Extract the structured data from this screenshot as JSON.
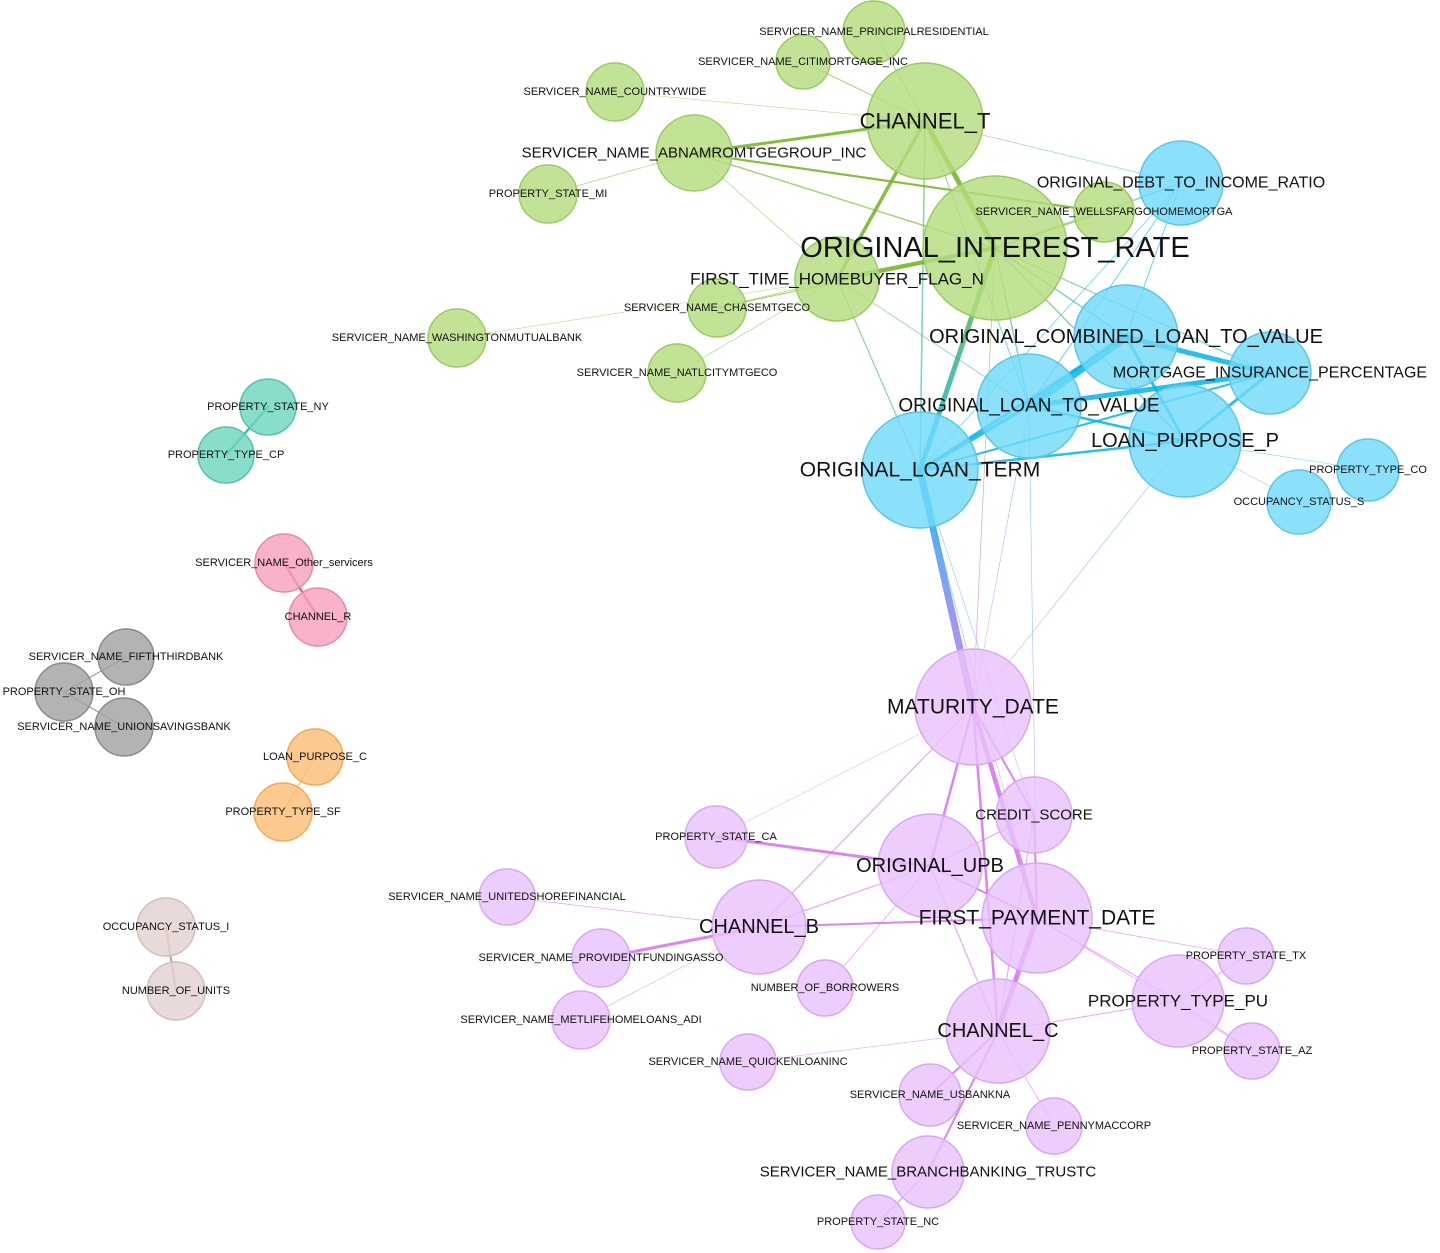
{
  "clusters": {
    "green": {
      "fill": "#b4dd7f",
      "stroke": "#9ccb62",
      "edge": "#6fb51c"
    },
    "blue": {
      "fill": "#72daf9",
      "stroke": "#5cc6e8",
      "edge": "#00b4ef"
    },
    "violet": {
      "fill": "#e8c2fb",
      "stroke": "#d7a9f2",
      "edge": "#d56ff2"
    },
    "teal": {
      "fill": "#6fd6c0",
      "stroke": "#57c2aa",
      "edge": "#18b98e"
    },
    "pink": {
      "fill": "#f7a1bd",
      "stroke": "#e88aa8",
      "edge": "#e43f73"
    },
    "gray": {
      "fill": "#a4a2a0",
      "stroke": "#8e8c8a",
      "edge": "#5e5c5a"
    },
    "orange": {
      "fill": "#fbbe76",
      "stroke": "#efaa5b",
      "edge": "#f5a145"
    },
    "rose": {
      "fill": "#e3d2d0",
      "stroke": "#d3bebc",
      "edge": "#c49a96"
    }
  },
  "nodes": [
    {
      "id": "CHANNEL_T",
      "label": "CHANNEL_T",
      "cluster": "green",
      "r": 58,
      "lsize": 22
    },
    {
      "id": "ORIGINAL_INTEREST_RATE",
      "label": "ORIGINAL_INTEREST_RATE",
      "cluster": "green",
      "r": 72,
      "lsize": 29
    },
    {
      "id": "FIRST_TIME_HOMEBUYER_FLAG_N",
      "label": "FIRST_TIME_HOMEBUYER_FLAG_N",
      "cluster": "green",
      "r": 42,
      "lsize": 17
    },
    {
      "id": "SERVICER_NAME_ABNAMROMTGEGROUP_INC",
      "label": "SERVICER_NAME_ABNAMROMTGEGROUP_INC",
      "cluster": "green",
      "r": 38,
      "lsize": 15
    },
    {
      "id": "SERVICER_NAME_WELLSFARGOHOMEMORTGA",
      "label": "SERVICER_NAME_WELLSFARGOHOMEMORTGA",
      "cluster": "green",
      "r": 30,
      "lsize": 11
    },
    {
      "id": "SERVICER_NAME_PRINCIPALRESIDENTIAL",
      "label": "SERVICER_NAME_PRINCIPALRESIDENTIAL",
      "cluster": "green",
      "r": 31,
      "lsize": 11
    },
    {
      "id": "SERVICER_NAME_CITIMORTGAGE_INC",
      "label": "SERVICER_NAME_CITIMORTGAGE_INC",
      "cluster": "green",
      "r": 27,
      "lsize": 11
    },
    {
      "id": "SERVICER_NAME_COUNTRYWIDE",
      "label": "SERVICER_NAME_COUNTRYWIDE",
      "cluster": "green",
      "r": 29,
      "lsize": 11
    },
    {
      "id": "PROPERTY_STATE_MI",
      "label": "PROPERTY_STATE_MI",
      "cluster": "green",
      "r": 29,
      "lsize": 11
    },
    {
      "id": "SERVICER_NAME_CHASEMTGECO",
      "label": "SERVICER_NAME_CHASEMTGECO",
      "cluster": "green",
      "r": 29,
      "lsize": 11
    },
    {
      "id": "SERVICER_NAME_WASHINGTONMUTUALBANK",
      "label": "SERVICER_NAME_WASHINGTONMUTUALBANK",
      "cluster": "green",
      "r": 29,
      "lsize": 11
    },
    {
      "id": "SERVICER_NAME_NATLCITYMTGECO",
      "label": "SERVICER_NAME_NATLCITYMTGECO",
      "cluster": "green",
      "r": 29,
      "lsize": 11
    },
    {
      "id": "ORIGINAL_DEBT_TO_INCOME_RATIO",
      "label": "ORIGINAL_DEBT_TO_INCOME_RATIO",
      "cluster": "blue",
      "r": 42,
      "lsize": 16
    },
    {
      "id": "ORIGINAL_COMBINED_LOAN_TO_VALUE",
      "label": "ORIGINAL_COMBINED_LOAN_TO_VALUE",
      "cluster": "blue",
      "r": 52,
      "lsize": 20
    },
    {
      "id": "MORTGAGE_INSURANCE_PERCENTAGE",
      "label": "MORTGAGE_INSURANCE_PERCENTAGE",
      "cluster": "blue",
      "r": 41,
      "lsize": 16
    },
    {
      "id": "ORIGINAL_LOAN_TO_VALUE",
      "label": "ORIGINAL_LOAN_TO_VALUE",
      "cluster": "blue",
      "r": 52,
      "lsize": 19
    },
    {
      "id": "LOAN_PURPOSE_P",
      "label": "LOAN_PURPOSE_P",
      "cluster": "blue",
      "r": 56,
      "lsize": 20
    },
    {
      "id": "ORIGINAL_LOAN_TERM",
      "label": "ORIGINAL_LOAN_TERM",
      "cluster": "blue",
      "r": 58,
      "lsize": 21
    },
    {
      "id": "PROPERTY_TYPE_CO",
      "label": "PROPERTY_TYPE_CO",
      "cluster": "blue",
      "r": 31,
      "lsize": 11
    },
    {
      "id": "OCCUPANCY_STATUS_S",
      "label": "OCCUPANCY_STATUS_S",
      "cluster": "blue",
      "r": 32,
      "lsize": 11
    },
    {
      "id": "MATURITY_DATE",
      "label": "MATURITY_DATE",
      "cluster": "violet",
      "r": 58,
      "lsize": 21
    },
    {
      "id": "CREDIT_SCORE",
      "label": "CREDIT_SCORE",
      "cluster": "violet",
      "r": 38,
      "lsize": 15
    },
    {
      "id": "ORIGINAL_UPB",
      "label": "ORIGINAL_UPB",
      "cluster": "violet",
      "r": 52,
      "lsize": 20
    },
    {
      "id": "FIRST_PAYMENT_DATE",
      "label": "FIRST_PAYMENT_DATE",
      "cluster": "violet",
      "r": 55,
      "lsize": 21
    },
    {
      "id": "CHANNEL_B",
      "label": "CHANNEL_B",
      "cluster": "violet",
      "r": 47,
      "lsize": 20
    },
    {
      "id": "CHANNEL_C",
      "label": "CHANNEL_C",
      "cluster": "violet",
      "r": 52,
      "lsize": 20
    },
    {
      "id": "PROPERTY_TYPE_PU",
      "label": "PROPERTY_TYPE_PU",
      "cluster": "violet",
      "r": 46,
      "lsize": 17
    },
    {
      "id": "PROPERTY_STATE_CA",
      "label": "PROPERTY_STATE_CA",
      "cluster": "violet",
      "r": 31,
      "lsize": 11
    },
    {
      "id": "SERVICER_NAME_UNITEDSHOREFINANCIAL",
      "label": "SERVICER_NAME_UNITEDSHOREFINANCIAL",
      "cluster": "violet",
      "r": 28,
      "lsize": 11
    },
    {
      "id": "SERVICER_NAME_PROVIDENTFUNDINGASSO",
      "label": "SERVICER_NAME_PROVIDENTFUNDINGASSO",
      "cluster": "violet",
      "r": 29,
      "lsize": 11
    },
    {
      "id": "NUMBER_OF_BORROWERS",
      "label": "NUMBER_OF_BORROWERS",
      "cluster": "violet",
      "r": 28,
      "lsize": 11
    },
    {
      "id": "SERVICER_NAME_METLIFEHOMELOANS_ADI",
      "label": "SERVICER_NAME_METLIFEHOMELOANS_ADI",
      "cluster": "violet",
      "r": 29,
      "lsize": 11
    },
    {
      "id": "SERVICER_NAME_QUICKENLOANINC",
      "label": "SERVICER_NAME_QUICKENLOANINC",
      "cluster": "violet",
      "r": 28,
      "lsize": 11
    },
    {
      "id": "SERVICER_NAME_USBANKNA",
      "label": "SERVICER_NAME_USBANKNA",
      "cluster": "violet",
      "r": 31,
      "lsize": 11
    },
    {
      "id": "SERVICER_NAME_PENNYMACCORP",
      "label": "SERVICER_NAME_PENNYMACCORP",
      "cluster": "violet",
      "r": 28,
      "lsize": 11
    },
    {
      "id": "SERVICER_NAME_BRANCHBANKING_TRUSTC",
      "label": "SERVICER_NAME_BRANCHBANKING_TRUSTC",
      "cluster": "violet",
      "r": 36,
      "lsize": 15
    },
    {
      "id": "PROPERTY_STATE_NC",
      "label": "PROPERTY_STATE_NC",
      "cluster": "violet",
      "r": 27,
      "lsize": 11
    },
    {
      "id": "PROPERTY_STATE_TX",
      "label": "PROPERTY_STATE_TX",
      "cluster": "violet",
      "r": 28,
      "lsize": 11
    },
    {
      "id": "PROPERTY_STATE_AZ",
      "label": "PROPERTY_STATE_AZ",
      "cluster": "violet",
      "r": 28,
      "lsize": 11
    },
    {
      "id": "PROPERTY_STATE_NY",
      "label": "PROPERTY_STATE_NY",
      "cluster": "teal",
      "r": 28,
      "lsize": 11
    },
    {
      "id": "PROPERTY_TYPE_CP",
      "label": "PROPERTY_TYPE_CP",
      "cluster": "teal",
      "r": 28,
      "lsize": 11
    },
    {
      "id": "SERVICER_NAME_Other_servicers",
      "label": "SERVICER_NAME_Other_servicers",
      "cluster": "pink",
      "r": 29,
      "lsize": 11
    },
    {
      "id": "CHANNEL_R",
      "label": "CHANNEL_R",
      "cluster": "pink",
      "r": 29,
      "lsize": 11
    },
    {
      "id": "SERVICER_NAME_FIFTHTHIRDBANK",
      "label": "SERVICER_NAME_FIFTHTHIRDBANK",
      "cluster": "gray",
      "r": 28,
      "lsize": 11
    },
    {
      "id": "PROPERTY_STATE_OH",
      "label": "PROPERTY_STATE_OH",
      "cluster": "gray",
      "r": 29,
      "lsize": 11
    },
    {
      "id": "SERVICER_NAME_UNIONSAVINGSBANK",
      "label": "SERVICER_NAME_UNIONSAVINGSBANK",
      "cluster": "gray",
      "r": 29,
      "lsize": 11
    },
    {
      "id": "LOAN_PURPOSE_C",
      "label": "LOAN_PURPOSE_C",
      "cluster": "orange",
      "r": 28,
      "lsize": 11
    },
    {
      "id": "PROPERTY_TYPE_SF",
      "label": "PROPERTY_TYPE_SF",
      "cluster": "orange",
      "r": 29,
      "lsize": 11
    },
    {
      "id": "OCCUPANCY_STATUS_I",
      "label": "OCCUPANCY_STATUS_I",
      "cluster": "rose",
      "r": 29,
      "lsize": 11
    },
    {
      "id": "NUMBER_OF_UNITS",
      "label": "NUMBER_OF_UNITS",
      "cluster": "rose",
      "r": 29,
      "lsize": 11
    }
  ],
  "edges": [
    {
      "source": "CHANNEL_T",
      "target": "ORIGINAL_INTEREST_RATE",
      "weight": 5
    },
    {
      "source": "CHANNEL_T",
      "target": "FIRST_TIME_HOMEBUYER_FLAG_N",
      "weight": 3.5
    },
    {
      "source": "CHANNEL_T",
      "target": "SERVICER_NAME_ABNAMROMTGEGROUP_INC",
      "weight": 3
    },
    {
      "source": "CHANNEL_T",
      "target": "SERVICER_NAME_COUNTRYWIDE",
      "weight": 0.5
    },
    {
      "source": "CHANNEL_T",
      "target": "SERVICER_NAME_CITIMORTGAGE_INC",
      "weight": 1
    },
    {
      "source": "CHANNEL_T",
      "target": "SERVICER_NAME_PRINCIPALRESIDENTIAL",
      "weight": 1
    },
    {
      "source": "CHANNEL_T",
      "target": "ORIGINAL_DEBT_TO_INCOME_RATIO",
      "weight": 0.6
    },
    {
      "source": "CHANNEL_T",
      "target": "ORIGINAL_LOAN_TERM",
      "weight": 1.6
    },
    {
      "source": "CHANNEL_T",
      "target": "ORIGINAL_LOAN_TO_VALUE",
      "weight": 1
    },
    {
      "source": "SERVICER_NAME_ABNAMROMTGEGROUP_INC",
      "target": "SERVICER_NAME_WELLSFARGOHOMEMORTGA",
      "weight": 2.2
    },
    {
      "source": "SERVICER_NAME_ABNAMROMTGEGROUP_INC",
      "target": "ORIGINAL_INTEREST_RATE",
      "weight": 1.5
    },
    {
      "source": "SERVICER_NAME_ABNAMROMTGEGROUP_INC",
      "target": "PROPERTY_STATE_MI",
      "weight": 0.7
    },
    {
      "source": "SERVICER_NAME_ABNAMROMTGEGROUP_INC",
      "target": "FIRST_TIME_HOMEBUYER_FLAG_N",
      "weight": 0.6
    },
    {
      "source": "ORIGINAL_INTEREST_RATE",
      "target": "FIRST_TIME_HOMEBUYER_FLAG_N",
      "weight": 4
    },
    {
      "source": "ORIGINAL_INTEREST_RATE",
      "target": "SERVICER_NAME_CHASEMTGECO",
      "weight": 1.2
    },
    {
      "source": "ORIGINAL_INTEREST_RATE",
      "target": "SERVICER_NAME_WELLSFARGOHOMEMORTGA",
      "weight": 1.5
    },
    {
      "source": "ORIGINAL_INTEREST_RATE",
      "target": "ORIGINAL_LOAN_TERM",
      "weight": 5
    },
    {
      "source": "ORIGINAL_INTEREST_RATE",
      "target": "ORIGINAL_COMBINED_LOAN_TO_VALUE",
      "weight": 1.5
    },
    {
      "source": "ORIGINAL_INTEREST_RATE",
      "target": "MORTGAGE_INSURANCE_PERCENTAGE",
      "weight": 1.2
    },
    {
      "source": "ORIGINAL_INTEREST_RATE",
      "target": "ORIGINAL_LOAN_TO_VALUE",
      "weight": 1.5
    },
    {
      "source": "ORIGINAL_INTEREST_RATE",
      "target": "LOAN_PURPOSE_P",
      "weight": 1.5
    },
    {
      "source": "ORIGINAL_INTEREST_RATE",
      "target": "ORIGINAL_DEBT_TO_INCOME_RATIO",
      "weight": 0.8
    },
    {
      "source": "ORIGINAL_INTEREST_RATE",
      "target": "MATURITY_DATE",
      "weight": 0.8
    },
    {
      "source": "FIRST_TIME_HOMEBUYER_FLAG_N",
      "target": "SERVICER_NAME_WASHINGTONMUTUALBANK",
      "weight": 0.5
    },
    {
      "source": "FIRST_TIME_HOMEBUYER_FLAG_N",
      "target": "SERVICER_NAME_NATLCITYMTGECO",
      "weight": 0.6
    },
    {
      "source": "FIRST_TIME_HOMEBUYER_FLAG_N",
      "target": "SERVICER_NAME_CHASEMTGECO",
      "weight": 0.8
    },
    {
      "source": "FIRST_TIME_HOMEBUYER_FLAG_N",
      "target": "ORIGINAL_LOAN_TERM",
      "weight": 1.2
    },
    {
      "source": "FIRST_TIME_HOMEBUYER_FLAG_N",
      "target": "ORIGINAL_LOAN_TO_VALUE",
      "weight": 0.8
    },
    {
      "source": "ORIGINAL_COMBINED_LOAN_TO_VALUE",
      "target": "ORIGINAL_LOAN_TO_VALUE",
      "weight": 8
    },
    {
      "source": "ORIGINAL_COMBINED_LOAN_TO_VALUE",
      "target": "MORTGAGE_INSURANCE_PERCENTAGE",
      "weight": 5
    },
    {
      "source": "ORIGINAL_COMBINED_LOAN_TO_VALUE",
      "target": "ORIGINAL_LOAN_TERM",
      "weight": 3
    },
    {
      "source": "ORIGINAL_COMBINED_LOAN_TO_VALUE",
      "target": "LOAN_PURPOSE_P",
      "weight": 3
    },
    {
      "source": "ORIGINAL_COMBINED_LOAN_TO_VALUE",
      "target": "ORIGINAL_DEBT_TO_INCOME_RATIO",
      "weight": 1
    },
    {
      "source": "ORIGINAL_LOAN_TO_VALUE",
      "target": "MORTGAGE_INSURANCE_PERCENTAGE",
      "weight": 5
    },
    {
      "source": "ORIGINAL_LOAN_TO_VALUE",
      "target": "ORIGINAL_LOAN_TERM",
      "weight": 3.5
    },
    {
      "source": "ORIGINAL_LOAN_TO_VALUE",
      "target": "LOAN_PURPOSE_P",
      "weight": 2.5
    },
    {
      "source": "ORIGINAL_LOAN_TO_VALUE",
      "target": "ORIGINAL_DEBT_TO_INCOME_RATIO",
      "weight": 1
    },
    {
      "source": "MORTGAGE_INSURANCE_PERCENTAGE",
      "target": "LOAN_PURPOSE_P",
      "weight": 3
    },
    {
      "source": "MORTGAGE_INSURANCE_PERCENTAGE",
      "target": "ORIGINAL_LOAN_TERM",
      "weight": 2
    },
    {
      "source": "LOAN_PURPOSE_P",
      "target": "ORIGINAL_LOAN_TERM",
      "weight": 2.5
    },
    {
      "source": "LOAN_PURPOSE_P",
      "target": "PROPERTY_TYPE_CO",
      "weight": 0.5
    },
    {
      "source": "LOAN_PURPOSE_P",
      "target": "OCCUPANCY_STATUS_S",
      "weight": 0.5
    },
    {
      "source": "LOAN_PURPOSE_P",
      "target": "MATURITY_DATE",
      "weight": 0.6
    },
    {
      "source": "ORIGINAL_DEBT_TO_INCOME_RATIO",
      "target": "ORIGINAL_LOAN_TERM",
      "weight": 0.8
    },
    {
      "source": "ORIGINAL_DEBT_TO_INCOME_RATIO",
      "target": "SERVICER_NAME_WELLSFARGOHOMEMORTGA",
      "weight": 0.8
    },
    {
      "source": "ORIGINAL_LOAN_TERM",
      "target": "MATURITY_DATE",
      "weight": 7
    },
    {
      "source": "ORIGINAL_LOAN_TERM",
      "target": "CREDIT_SCORE",
      "weight": 0.6
    },
    {
      "source": "ORIGINAL_LOAN_TERM",
      "target": "FIRST_PAYMENT_DATE",
      "weight": 0.6
    },
    {
      "source": "ORIGINAL_LOAN_TO_VALUE",
      "target": "FIRST_PAYMENT_DATE",
      "weight": 0.6
    },
    {
      "source": "ORIGINAL_LOAN_TO_VALUE",
      "target": "MATURITY_DATE",
      "weight": 0.6
    },
    {
      "source": "MATURITY_DATE",
      "target": "FIRST_PAYMENT_DATE",
      "weight": 4.5
    },
    {
      "source": "MATURITY_DATE",
      "target": "ORIGINAL_UPB",
      "weight": 2.5
    },
    {
      "source": "MATURITY_DATE",
      "target": "CREDIT_SCORE",
      "weight": 2
    },
    {
      "source": "MATURITY_DATE",
      "target": "CHANNEL_C",
      "weight": 2.5
    },
    {
      "source": "MATURITY_DATE",
      "target": "CHANNEL_B",
      "weight": 1.2
    },
    {
      "source": "MATURITY_DATE",
      "target": "PROPERTY_STATE_CA",
      "weight": 0.5
    },
    {
      "source": "CREDIT_SCORE",
      "target": "FIRST_PAYMENT_DATE",
      "weight": 2
    },
    {
      "source": "CREDIT_SCORE",
      "target": "ORIGINAL_UPB",
      "weight": 1.2
    },
    {
      "source": "CREDIT_SCORE",
      "target": "CHANNEL_C",
      "weight": 1.2
    },
    {
      "source": "ORIGINAL_UPB",
      "target": "FIRST_PAYMENT_DATE",
      "weight": 2
    },
    {
      "source": "ORIGINAL_UPB",
      "target": "PROPERTY_STATE_CA",
      "weight": 3
    },
    {
      "source": "ORIGINAL_UPB",
      "target": "CHANNEL_B",
      "weight": 1.2
    },
    {
      "source": "ORIGINAL_UPB",
      "target": "CHANNEL_C",
      "weight": 1.2
    },
    {
      "source": "ORIGINAL_UPB",
      "target": "NUMBER_OF_BORROWERS",
      "weight": 0.8
    },
    {
      "source": "FIRST_PAYMENT_DATE",
      "target": "CHANNEL_C",
      "weight": 5
    },
    {
      "source": "FIRST_PAYMENT_DATE",
      "target": "CHANNEL_B",
      "weight": 2
    },
    {
      "source": "FIRST_PAYMENT_DATE",
      "target": "PROPERTY_TYPE_PU",
      "weight": 1.2
    },
    {
      "source": "FIRST_PAYMENT_DATE",
      "target": "PROPERTY_STATE_TX",
      "weight": 0.8
    },
    {
      "source": "FIRST_PAYMENT_DATE",
      "target": "PROPERTY_STATE_AZ",
      "weight": 0.8
    },
    {
      "source": "CHANNEL_B",
      "target": "SERVICER_NAME_PROVIDENTFUNDINGASSO",
      "weight": 3
    },
    {
      "source": "CHANNEL_B",
      "target": "SERVICER_NAME_UNITEDSHOREFINANCIAL",
      "weight": 0.8
    },
    {
      "source": "CHANNEL_B",
      "target": "SERVICER_NAME_METLIFEHOMELOANS_ADI",
      "weight": 0.6
    },
    {
      "source": "CHANNEL_C",
      "target": "SERVICER_NAME_USBANKNA",
      "weight": 2
    },
    {
      "source": "CHANNEL_C",
      "target": "SERVICER_NAME_BRANCHBANKING_TRUSTC",
      "weight": 2
    },
    {
      "source": "CHANNEL_C",
      "target": "SERVICER_NAME_PENNYMACCORP",
      "weight": 0.8
    },
    {
      "source": "CHANNEL_C",
      "target": "SERVICER_NAME_QUICKENLOANINC",
      "weight": 0.6
    },
    {
      "source": "CHANNEL_C",
      "target": "PROPERTY_TYPE_PU",
      "weight": 1
    },
    {
      "source": "SERVICER_NAME_BRANCHBANKING_TRUSTC",
      "target": "PROPERTY_STATE_NC",
      "weight": 1.5
    },
    {
      "source": "PROPERTY_TYPE_PU",
      "target": "PROPERTY_STATE_TX",
      "weight": 1
    },
    {
      "source": "PROPERTY_TYPE_PU",
      "target": "PROPERTY_STATE_AZ",
      "weight": 1
    },
    {
      "source": "PROPERTY_STATE_NY",
      "target": "PROPERTY_TYPE_CP",
      "weight": 2.5
    },
    {
      "source": "SERVICER_NAME_Other_servicers",
      "target": "CHANNEL_R",
      "weight": 2.5
    },
    {
      "source": "PROPERTY_STATE_OH",
      "target": "SERVICER_NAME_FIFTHTHIRDBANK",
      "weight": 1.2
    },
    {
      "source": "PROPERTY_STATE_OH",
      "target": "SERVICER_NAME_UNIONSAVINGSBANK",
      "weight": 1.2
    },
    {
      "source": "LOAN_PURPOSE_C",
      "target": "PROPERTY_TYPE_SF",
      "weight": 1.5
    },
    {
      "source": "OCCUPANCY_STATUS_I",
      "target": "NUMBER_OF_UNITS",
      "weight": 2.5
    }
  ]
}
